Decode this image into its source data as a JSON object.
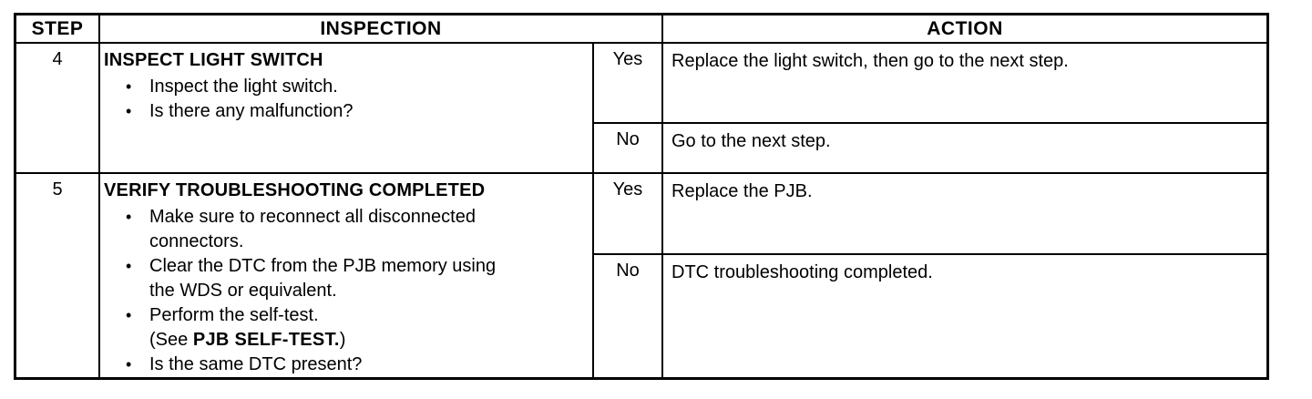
{
  "glyphs": {
    "bullet": "•"
  },
  "header": {
    "step": "STEP",
    "inspection": "INSPECTION",
    "action": "ACTION"
  },
  "rows": [
    {
      "step": "4",
      "title": "INSPECT LIGHT SWITCH",
      "bullets": [
        {
          "lines": [
            "Inspect the light switch."
          ]
        },
        {
          "lines": [
            "Is there any malfunction?"
          ]
        }
      ],
      "branches": [
        {
          "answer": "Yes",
          "action": "Replace the light switch, then go to the next step."
        },
        {
          "answer": "No",
          "action": "Go to the next step."
        }
      ]
    },
    {
      "step": "5",
      "title": "VERIFY TROUBLESHOOTING COMPLETED",
      "bullets": [
        {
          "lines": [
            "Make sure to reconnect all disconnected",
            "connectors."
          ]
        },
        {
          "lines": [
            "Clear the DTC from the PJB memory using",
            "the WDS or equivalent."
          ]
        },
        {
          "lines": [
            "Perform the self-test."
          ],
          "ref": {
            "prefix": "(See ",
            "label": "PJB SELF-TEST.",
            "suffix": ")"
          }
        },
        {
          "lines": [
            "Is the same DTC present?"
          ]
        }
      ],
      "branches": [
        {
          "answer": "Yes",
          "action": "Replace the PJB."
        },
        {
          "answer": "No",
          "action": "DTC troubleshooting completed."
        }
      ]
    }
  ]
}
